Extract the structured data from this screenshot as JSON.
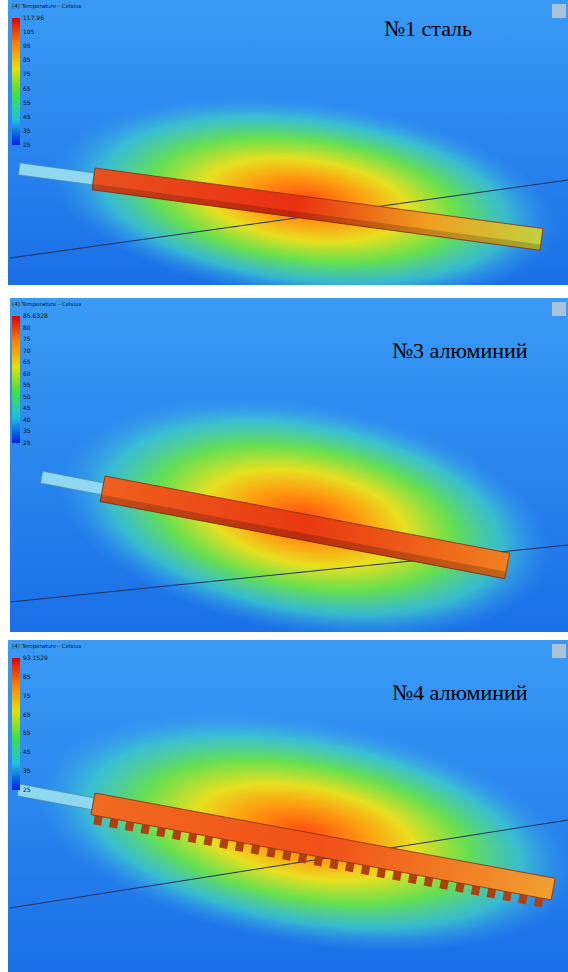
{
  "diagram": {
    "labels": [
      "(4) Temperature - Celsius",
      "117.96",
      "105",
      "95",
      "85",
      "75",
      "65",
      "55",
      "45",
      "35",
      "25",
      "№1 сталь",
      "(4) Temperature - Celsius",
      "85.6328",
      "80",
      "75",
      "70",
      "65",
      "60",
      "55",
      "50",
      "45",
      "40",
      "35",
      "25",
      "№3 алюминий",
      "(4) Temperature - Celsius",
      "93.1529",
      "85",
      "75",
      "65",
      "55",
      "45",
      "35",
      "25",
      "№4 алюминий"
    ]
  }
}
